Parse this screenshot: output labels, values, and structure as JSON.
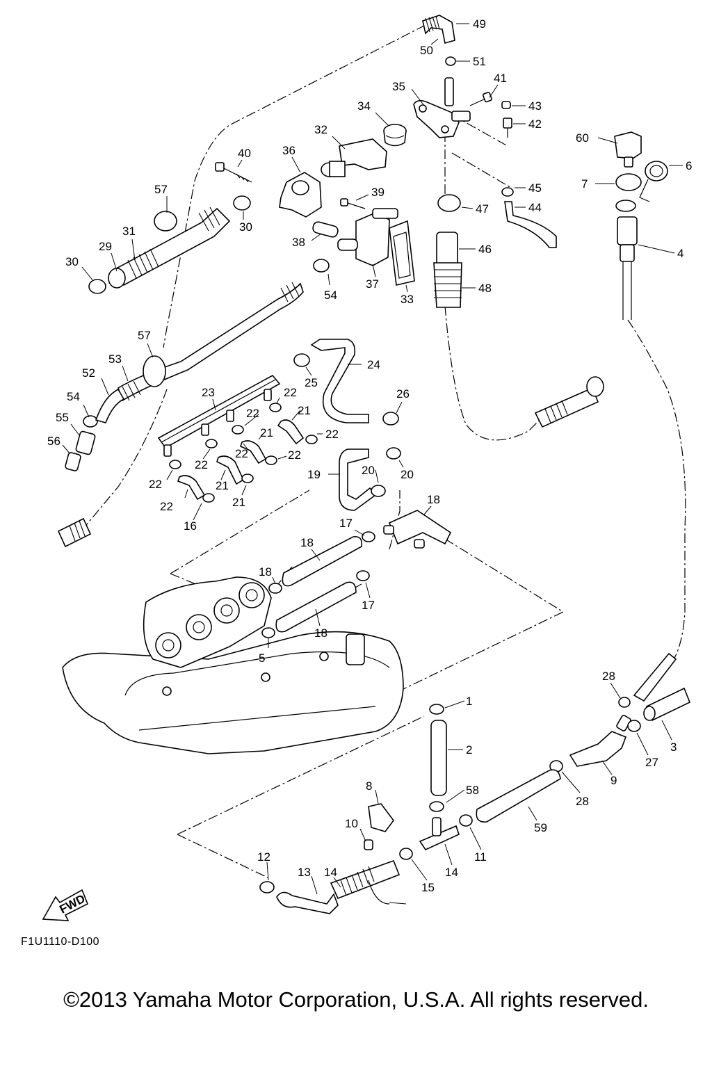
{
  "diagram": {
    "reference_code": "F1U1110-D100",
    "copyright": "©2013 Yamaha Motor Corporation, U.S.A. All rights reserved.",
    "fwd_label": "FWD",
    "callouts": [
      {
        "id": "c49",
        "label": "49"
      },
      {
        "id": "c50",
        "label": "50"
      },
      {
        "id": "c51",
        "label": "51"
      },
      {
        "id": "c41",
        "label": "41"
      },
      {
        "id": "c35",
        "label": "35"
      },
      {
        "id": "c43",
        "label": "43"
      },
      {
        "id": "c42",
        "label": "42"
      },
      {
        "id": "c34",
        "label": "34"
      },
      {
        "id": "c32",
        "label": "32"
      },
      {
        "id": "c60",
        "label": "60"
      },
      {
        "id": "c6",
        "label": "6"
      },
      {
        "id": "c40",
        "label": "40"
      },
      {
        "id": "c36",
        "label": "36"
      },
      {
        "id": "c7",
        "label": "7"
      },
      {
        "id": "c45",
        "label": "45"
      },
      {
        "id": "c57a",
        "label": "57"
      },
      {
        "id": "c39",
        "label": "39"
      },
      {
        "id": "c47",
        "label": "47"
      },
      {
        "id": "c44",
        "label": "44"
      },
      {
        "id": "c30a",
        "label": "30"
      },
      {
        "id": "c31",
        "label": "31"
      },
      {
        "id": "c38",
        "label": "38"
      },
      {
        "id": "c29",
        "label": "29"
      },
      {
        "id": "c46",
        "label": "46"
      },
      {
        "id": "c4",
        "label": "4"
      },
      {
        "id": "c30b",
        "label": "30"
      },
      {
        "id": "c37",
        "label": "37"
      },
      {
        "id": "c48",
        "label": "48"
      },
      {
        "id": "c54a",
        "label": "54"
      },
      {
        "id": "c33",
        "label": "33"
      },
      {
        "id": "c57b",
        "label": "57"
      },
      {
        "id": "c53",
        "label": "53"
      },
      {
        "id": "c24",
        "label": "24"
      },
      {
        "id": "c52",
        "label": "52"
      },
      {
        "id": "c25",
        "label": "25"
      },
      {
        "id": "c23",
        "label": "23"
      },
      {
        "id": "c22a",
        "label": "22"
      },
      {
        "id": "c26",
        "label": "26"
      },
      {
        "id": "c54b",
        "label": "54"
      },
      {
        "id": "c22b",
        "label": "22"
      },
      {
        "id": "c21a",
        "label": "21"
      },
      {
        "id": "c55",
        "label": "55"
      },
      {
        "id": "c22c",
        "label": "22"
      },
      {
        "id": "c21b",
        "label": "21"
      },
      {
        "id": "c56",
        "label": "56"
      },
      {
        "id": "c22d",
        "label": "22"
      },
      {
        "id": "c22e",
        "label": "22"
      },
      {
        "id": "c19",
        "label": "19"
      },
      {
        "id": "c20a",
        "label": "20"
      },
      {
        "id": "c20b",
        "label": "20"
      },
      {
        "id": "c22f",
        "label": "22"
      },
      {
        "id": "c21c",
        "label": "21"
      },
      {
        "id": "c22g",
        "label": "22"
      },
      {
        "id": "c21d",
        "label": "21"
      },
      {
        "id": "c22h",
        "label": "22"
      },
      {
        "id": "c16",
        "label": "16"
      },
      {
        "id": "c18a",
        "label": "18"
      },
      {
        "id": "c17a",
        "label": "17"
      },
      {
        "id": "c18b",
        "label": "18"
      },
      {
        "id": "c18c",
        "label": "18"
      },
      {
        "id": "c17b",
        "label": "17"
      },
      {
        "id": "c18d",
        "label": "18"
      },
      {
        "id": "c5",
        "label": "5"
      },
      {
        "id": "c28a",
        "label": "28"
      },
      {
        "id": "c1",
        "label": "1"
      },
      {
        "id": "c3",
        "label": "3"
      },
      {
        "id": "c27",
        "label": "27"
      },
      {
        "id": "c2",
        "label": "2"
      },
      {
        "id": "c9",
        "label": "9"
      },
      {
        "id": "c28b",
        "label": "28"
      },
      {
        "id": "c58",
        "label": "58"
      },
      {
        "id": "c8",
        "label": "8"
      },
      {
        "id": "c59",
        "label": "59"
      },
      {
        "id": "c10",
        "label": "10"
      },
      {
        "id": "c11",
        "label": "11"
      },
      {
        "id": "c14a",
        "label": "14"
      },
      {
        "id": "c12",
        "label": "12"
      },
      {
        "id": "c13",
        "label": "13"
      },
      {
        "id": "c14b",
        "label": "14"
      },
      {
        "id": "c15",
        "label": "15"
      }
    ]
  }
}
